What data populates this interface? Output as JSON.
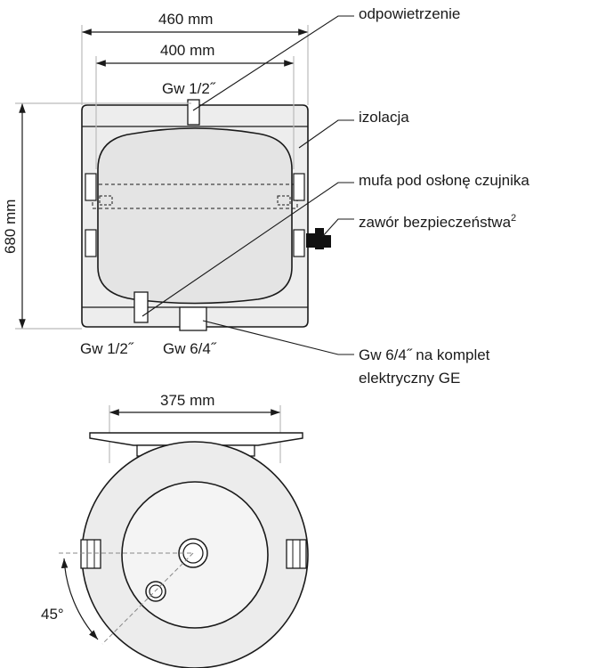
{
  "dimensions": {
    "top_width_outer": "460 mm",
    "top_width_inner": "400 mm",
    "height": "680 mm",
    "bottom_diameter": "375 mm",
    "angle": "45°"
  },
  "connections": {
    "top_conn": "Gw 1/2˝",
    "bottom_left_conn": "Gw 1/2˝",
    "bottom_right_conn": "Gw 6/4˝"
  },
  "callouts": {
    "venting": "odpowietrzenie",
    "insulation": "izolacja",
    "sensor_sleeve": "mufa pod osłonę czujnika",
    "safety_valve": "zawór bezpieczeństwa",
    "safety_valve_note": "2",
    "heater_line1": "Gw 6/4˝ na komplet",
    "heater_line2": "elektryczny GE"
  },
  "colors": {
    "line": "#1a1a1a",
    "tank_fill": "#e6e6e6",
    "insulation_fill": "#ededed"
  }
}
